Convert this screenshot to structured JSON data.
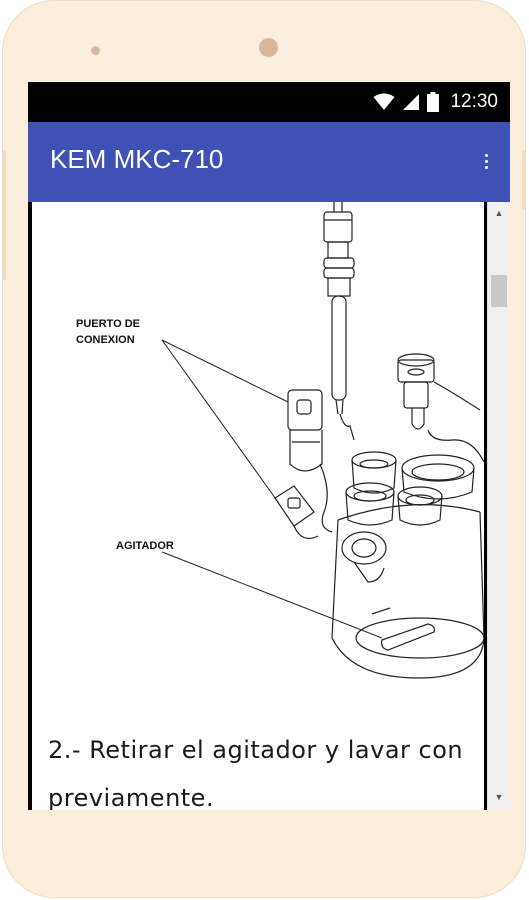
{
  "status_bar": {
    "time": "12:30",
    "icons": [
      "wifi-icon",
      "signal-icon",
      "battery-icon"
    ]
  },
  "app_bar": {
    "title": "KEM MKC-710",
    "menu_icon": "overflow-menu-icon",
    "color": "#3f51b5"
  },
  "document": {
    "figure_labels": {
      "port_line1": "PUERTO DE",
      "port_line2": "CONEXION",
      "stirrer": "AGITADOR"
    },
    "step_line1": "2.- Retirar el agitador y lavar con",
    "step_line2": "previamente."
  },
  "scrollbar": {
    "up_arrow": "▲",
    "down_arrow": "▼"
  },
  "device": {
    "frame_color": "#fbeedd"
  }
}
